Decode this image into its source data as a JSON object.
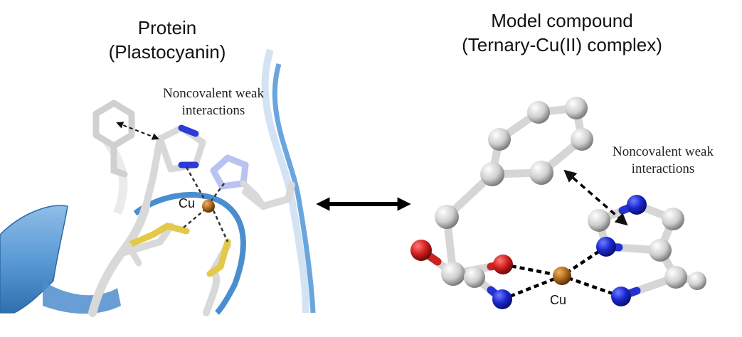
{
  "protein_panel": {
    "title_line1": "Protein",
    "title_line2": "(Plastocyanin)",
    "annotation_line1": "Noncovalent weak",
    "annotation_line2": "interactions",
    "metal_label": "Cu"
  },
  "model_panel": {
    "title_line1": "Model compound",
    "title_line2": "(Ternary-Cu(II) complex)",
    "annotation_line1": "Noncovalent weak",
    "annotation_line2": "interactions",
    "metal_label": "Cu"
  },
  "colors": {
    "ribbon_blue": "#5b9bd5",
    "stick_grey": "#d9d9d9",
    "nitrogen_blue": "#1f2fd6",
    "oxygen_red": "#d21f1f",
    "copper": "#b06a1e",
    "sulfur_yellow": "#e3c84a"
  }
}
